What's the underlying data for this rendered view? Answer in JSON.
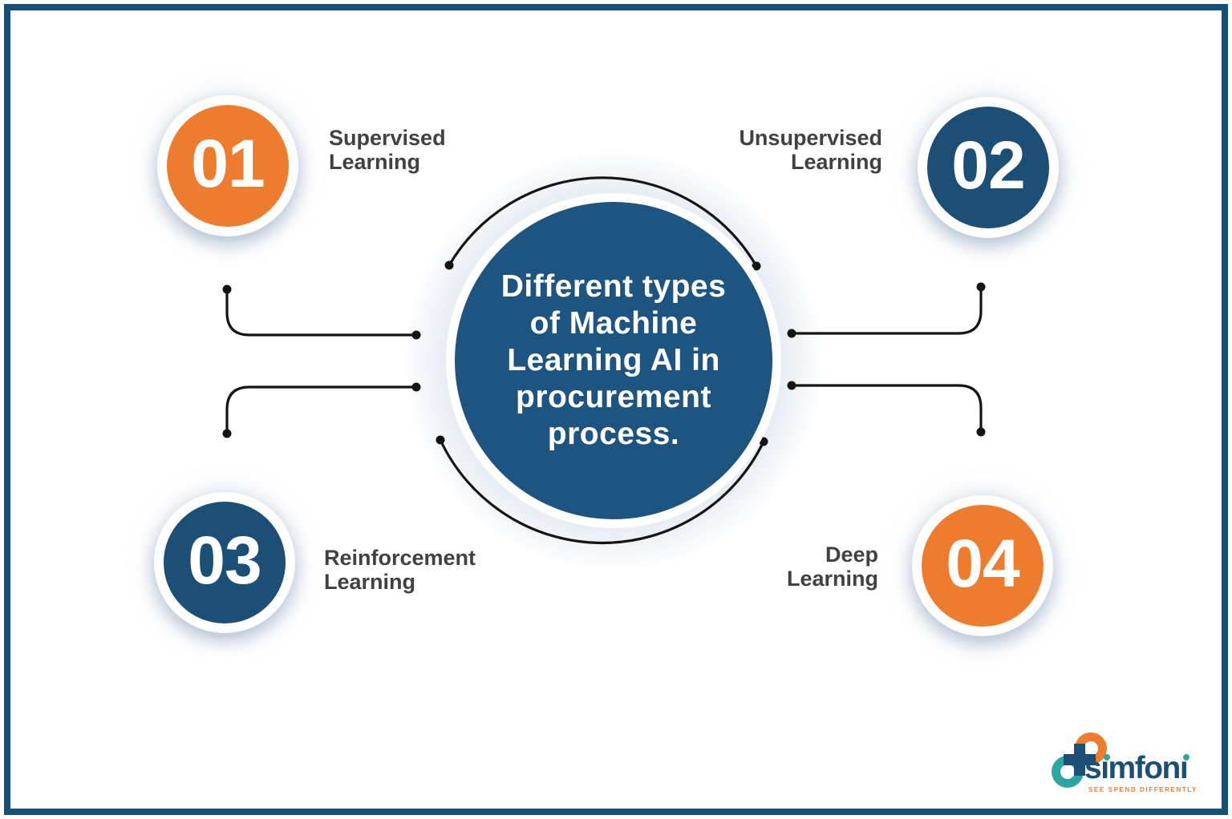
{
  "title": {
    "full_text": "Different types of Machine Learning AI in procurement process.",
    "lines": [
      "Different types",
      "of Machine",
      "Learning AI in",
      "procurement",
      "process."
    ]
  },
  "items": [
    {
      "number": "01",
      "label": "Supervised Learning",
      "label_lines": [
        "Supervised",
        "Learning"
      ],
      "color": "#ee7c2f",
      "position": "top-left"
    },
    {
      "number": "02",
      "label": "Unsupervised Learning",
      "label_lines": [
        "Unsupervised",
        "Learning"
      ],
      "color": "#1b4f75",
      "position": "top-right"
    },
    {
      "number": "03",
      "label": "Reinforcement Learning",
      "label_lines": [
        "Reinforcement",
        "Learning"
      ],
      "color": "#1b4f75",
      "position": "bottom-left"
    },
    {
      "number": "04",
      "label": "Deep Learning",
      "label_lines": [
        "Deep",
        "Learning"
      ],
      "color": "#ee7c2f",
      "position": "bottom-right"
    }
  ],
  "logo": {
    "wordmark": "simfoni",
    "wordmark_display": "sımfonı",
    "tagline": "SEE SPEND DIFFERENTLY"
  },
  "colors": {
    "orange": "#ee7c2f",
    "navy_circle": "#1b4f75",
    "center_blue": "#1e5480",
    "frame_border": "#15507c",
    "connector_black": "#141414",
    "label_gray": "#414042",
    "logo_teal": "#2ca69e",
    "halo": "#dfe7f0"
  }
}
